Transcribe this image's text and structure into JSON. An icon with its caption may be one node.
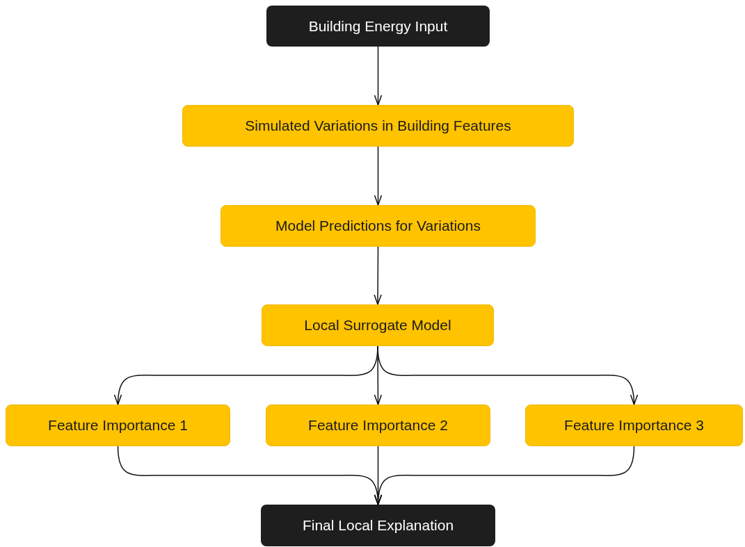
{
  "diagram": {
    "nodes": [
      {
        "text": [
          "Building Energy Input"
        ]
      },
      {
        "text": [
          "Simulated Variations in Building Features"
        ]
      },
      {
        "text": [
          "Model Predictions for Variations"
        ]
      },
      {
        "text": [
          "Local Surrogate Model"
        ]
      },
      {
        "text": [
          "Feature Importance 1"
        ]
      },
      {
        "text": [
          "Feature Importance 2"
        ]
      },
      {
        "text": [
          "Feature Importance 3"
        ]
      },
      {
        "text": [
          "Final Local Explanation"
        ]
      }
    ],
    "edges": [
      {
        "from": 0,
        "to": 1,
        "arrow": "to"
      },
      {
        "from": 1,
        "to": 2,
        "arrow": "to"
      },
      {
        "from": 2,
        "to": 3,
        "arrow": "to"
      },
      {
        "from": 3,
        "to": 4,
        "arrow": "to"
      },
      {
        "from": 3,
        "to": 5,
        "arrow": "to"
      },
      {
        "from": 3,
        "to": 6,
        "arrow": "to"
      },
      {
        "from": 4,
        "to": 7,
        "arrow": "to"
      },
      {
        "from": 5,
        "to": 7,
        "arrow": "to"
      },
      {
        "from": 6,
        "to": 7,
        "arrow": "to"
      }
    ]
  }
}
